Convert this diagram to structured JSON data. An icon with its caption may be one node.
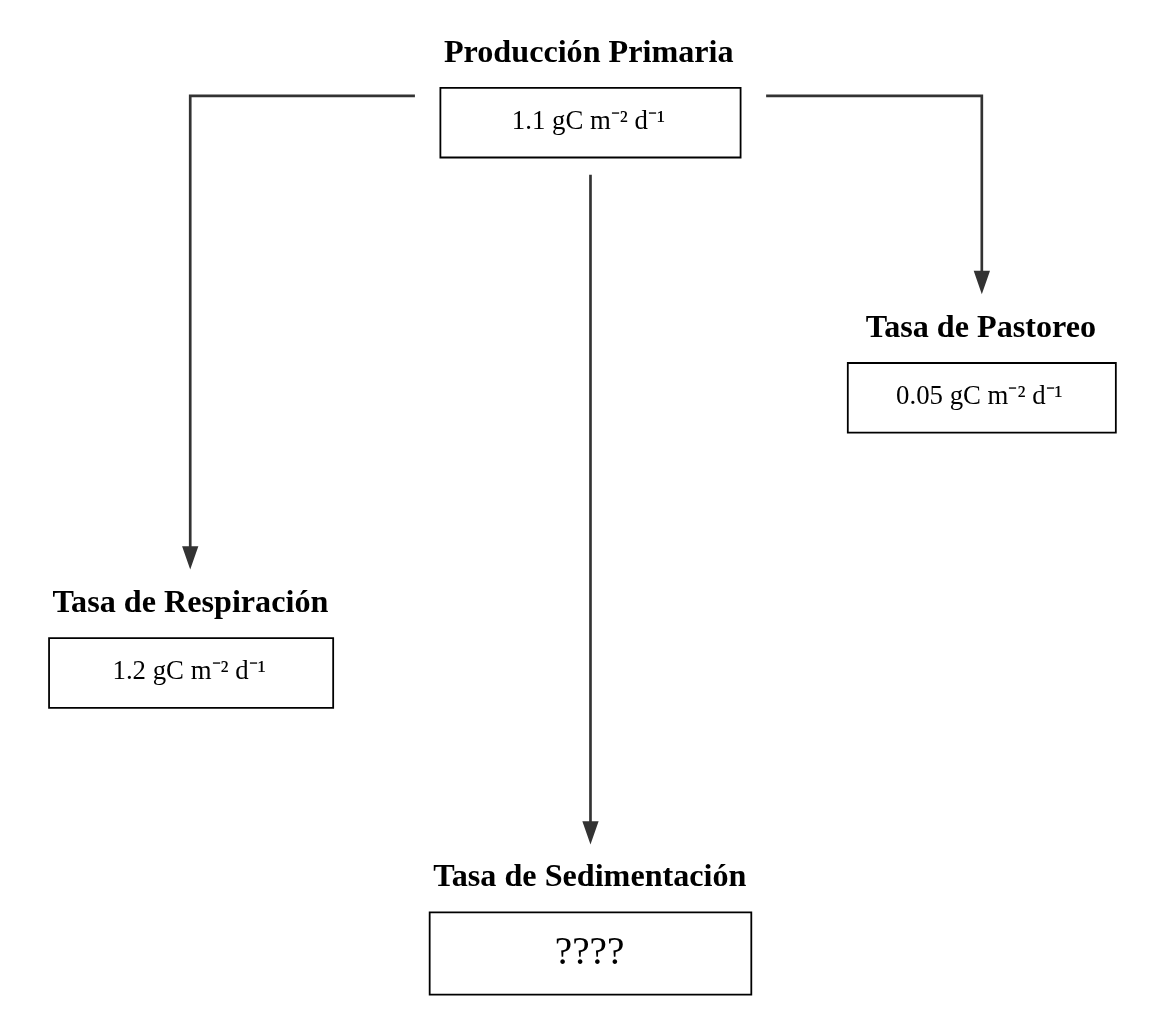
{
  "diagram": {
    "nodes": [
      {
        "text": [
          "Producción Primaria",
          "1.1 gC m⁻² d⁻¹"
        ]
      },
      {
        "text": [
          "Tasa de Pastoreo",
          "0.05 gC m⁻² d⁻¹"
        ]
      },
      {
        "text": [
          "Tasa de Respiración",
          "1.2 gC m⁻² d⁻¹"
        ]
      },
      {
        "text": [
          "Tasa de Sedimentación",
          "????"
        ]
      }
    ],
    "edges": [
      {
        "from": 0,
        "to": 2,
        "arrow": "to"
      },
      {
        "from": 0,
        "to": 3,
        "arrow": "to"
      },
      {
        "from": 0,
        "to": 1,
        "arrow": "to"
      }
    ]
  }
}
